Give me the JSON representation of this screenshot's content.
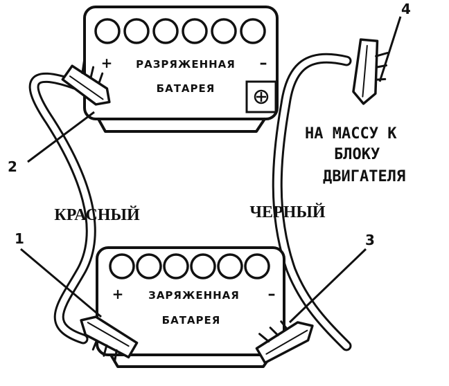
{
  "top_battery": {
    "plus": "+",
    "minus": "–",
    "line1": "РАЗРЯЖЕННАЯ",
    "line2": "БАТАРЕЯ"
  },
  "bottom_battery": {
    "plus": "+",
    "minus": "–",
    "line1": "ЗАРЯЖЕННАЯ",
    "line2": "БАТАРЕЯ"
  },
  "callouts": [
    "1",
    "2",
    "3",
    "4"
  ],
  "cable_labels": {
    "red": "КРАСНЫЙ",
    "black": "ЧЕРНЫЙ"
  },
  "ground_note": {
    "line1": "НА МАССУ К",
    "line2": "БЛОКУ",
    "line3": "ДВИГАТЕЛЯ"
  }
}
